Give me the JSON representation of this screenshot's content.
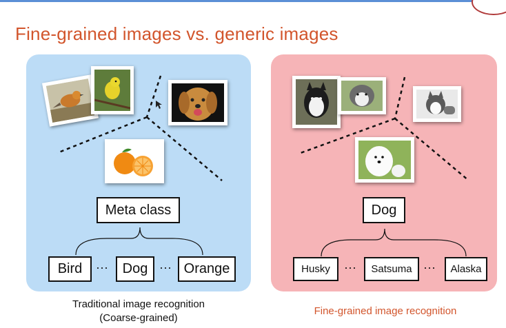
{
  "title": "Fine-grained images vs. generic images",
  "left": {
    "meta_label": "Meta class",
    "classes": [
      "Bird",
      "Dog",
      "Orange"
    ],
    "separator": "···",
    "caption_line1": "Traditional image recognition",
    "caption_line2": "(Coarse-grained)",
    "panel_color": "#bcdcf6"
  },
  "right": {
    "meta_label": "Dog",
    "classes": [
      "Husky",
      "Satsuma",
      "Alaska"
    ],
    "separator": "···",
    "caption": "Fine-grained image recognition",
    "panel_color": "#f6b4b7"
  }
}
